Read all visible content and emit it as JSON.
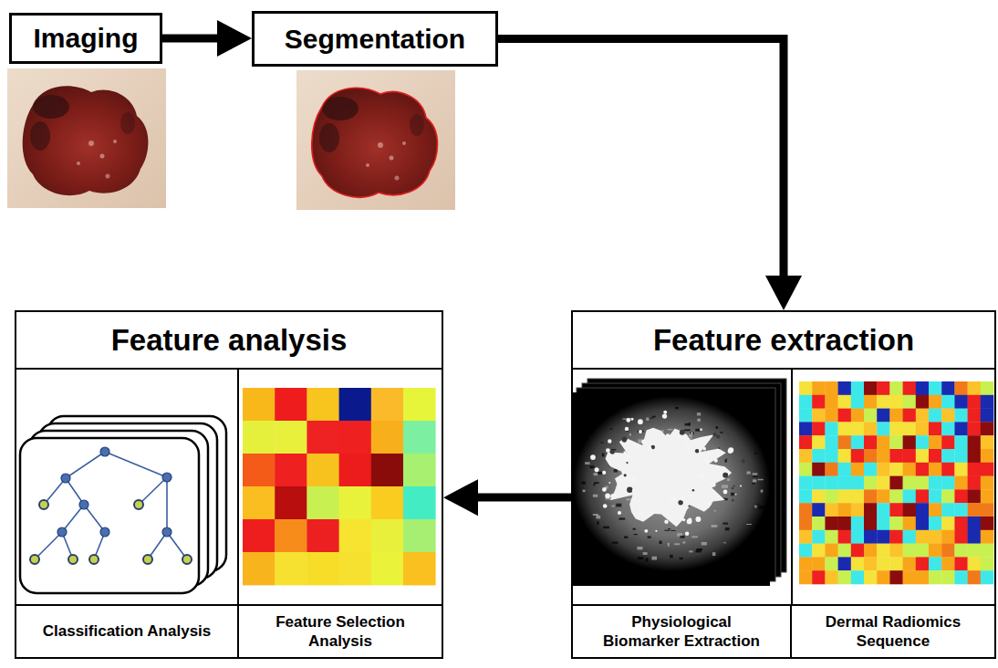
{
  "diagram": {
    "nodes": [
      {
        "text": [
          "Imaging"
        ]
      },
      {
        "text": [
          "Segmentation"
        ]
      },
      {
        "text": [
          "Feature analysis"
        ]
      },
      {
        "text": [
          "Classification Analysis"
        ],
        "in": 2
      },
      {
        "text": [
          "Feature Selection Analysis"
        ],
        "in": 2
      },
      {
        "text": [
          "Feature extraction"
        ]
      },
      {
        "text": [
          "Physiological Biomarker Extraction"
        ],
        "in": 5
      },
      {
        "text": [
          "Dermal Radiomics Sequence"
        ],
        "in": 5
      }
    ],
    "edges": [
      {
        "from": 0,
        "to": 1,
        "arrow": "to"
      },
      {
        "from": 1,
        "to": 5,
        "arrow": "to"
      },
      {
        "from": 5,
        "to": 2,
        "arrow": "to"
      }
    ]
  }
}
